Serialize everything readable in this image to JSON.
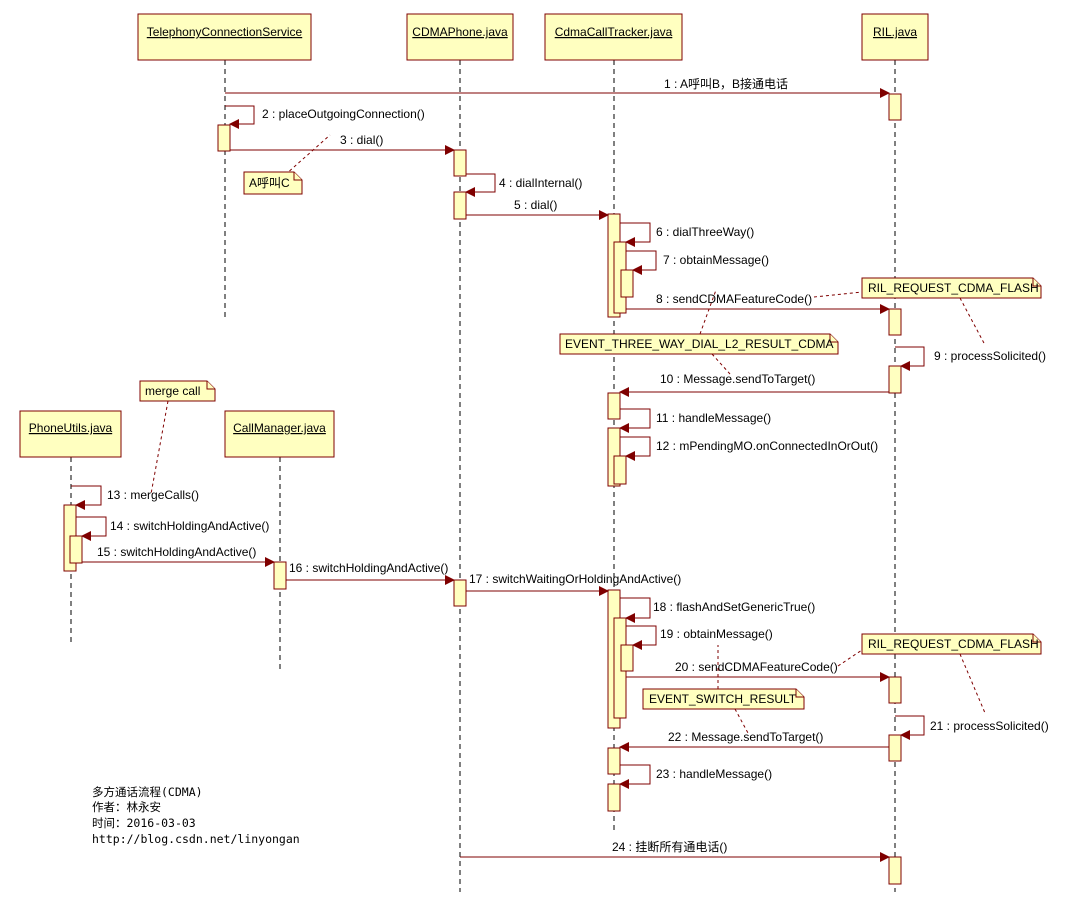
{
  "participants": [
    {
      "id": "tcs",
      "name": "TelephonyConnectionService"
    },
    {
      "id": "cdp",
      "name": "CDMAPhone.java"
    },
    {
      "id": "cct",
      "name": "CdmaCallTracker.java"
    },
    {
      "id": "ril",
      "name": "RIL.java"
    },
    {
      "id": "pu",
      "name": "PhoneUtils.java"
    },
    {
      "id": "cm",
      "name": "CallManager.java"
    }
  ],
  "messages": [
    "1 : A呼叫B，B接通电话",
    "2 : placeOutgoingConnection()",
    "3 : dial()",
    "4 : dialInternal()",
    "5 : dial()",
    "6 : dialThreeWay()",
    "7 : obtainMessage()",
    "8 : sendCDMAFeatureCode()",
    "9 : processSolicited()",
    "10 : Message.sendToTarget()",
    "11 : handleMessage()",
    "12 : mPendingMO.onConnectedInOrOut()",
    "13 : mergeCalls()",
    "14 : switchHoldingAndActive()",
    "15 : switchHoldingAndActive()",
    "16 : switchHoldingAndActive()",
    "17 : switchWaitingOrHoldingAndActive()",
    "18 : flashAndSetGenericTrue()",
    "19 : obtainMessage()",
    "20 : sendCDMAFeatureCode()",
    "21 : processSolicited()",
    "22 : Message.sendToTarget()",
    "23 : handleMessage()",
    "24 : 挂断所有通电话()"
  ],
  "notes": [
    "A呼叫C",
    "RIL_REQUEST_CDMA_FLASH",
    "EVENT_THREE_WAY_DIAL_L2_RESULT_CDMA",
    "merge call",
    "RIL_REQUEST_CDMA_FLASH",
    "EVENT_SWITCH_RESULT"
  ],
  "info": [
    "多方通话流程(CDMA)",
    "作者：林永安",
    "时间：2016-03-03",
    "http://blog.csdn.net/linyongan"
  ],
  "colors": {
    "box_fill": "#ffffc0",
    "line": "#7f0000",
    "lifeline": "#000000"
  }
}
